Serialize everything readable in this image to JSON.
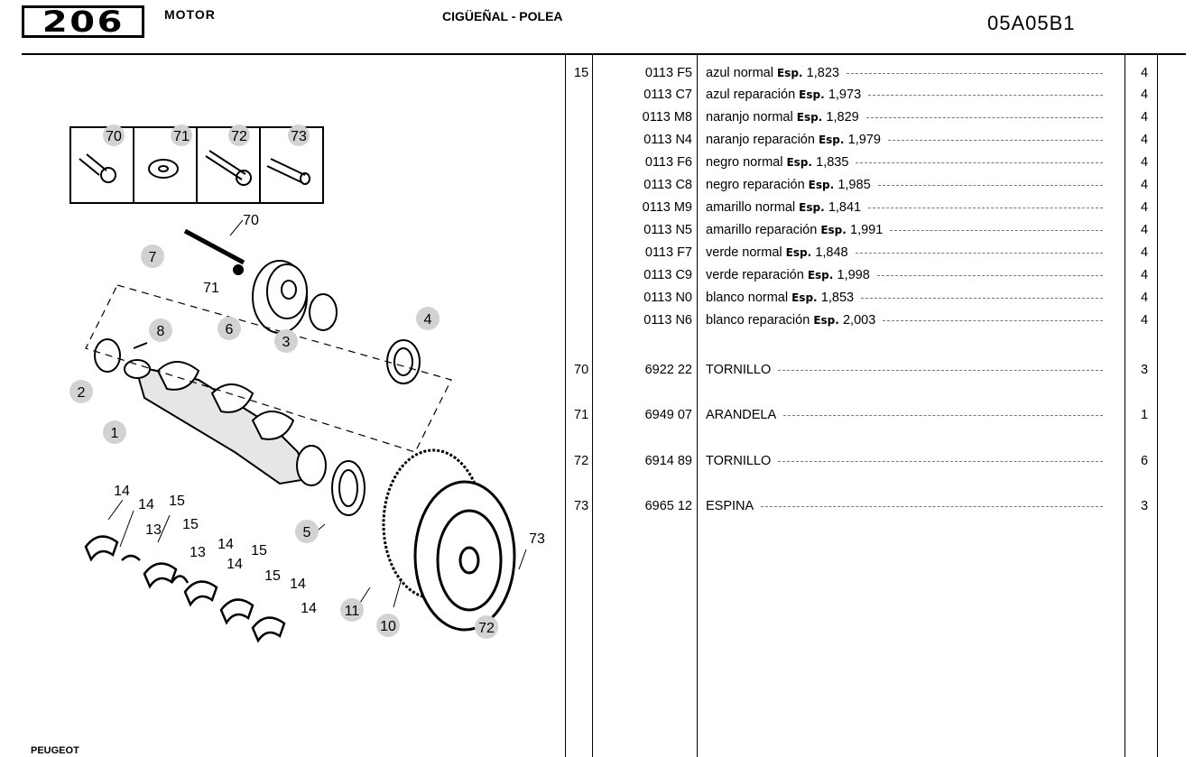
{
  "header": {
    "model": "206",
    "section": "MOTOR",
    "subsection": "CIGÜEÑAL - POLEA",
    "plate_code": "05A05B1"
  },
  "footer": {
    "brand": "PEUGEOT"
  },
  "table": {
    "partial_top_text": "...",
    "rows": [
      {
        "item": "15",
        "ref": "0113 F5",
        "desc": "azul normal",
        "esp_label": "Esp.",
        "esp": "1,823",
        "qty": "4"
      },
      {
        "item": "",
        "ref": "0113 C7",
        "desc": "azul reparación",
        "esp_label": "Esp.",
        "esp": "1,973",
        "qty": "4"
      },
      {
        "item": "",
        "ref": "0113 M8",
        "desc": "naranjo normal",
        "esp_label": "Esp.",
        "esp": "1,829",
        "qty": "4"
      },
      {
        "item": "",
        "ref": "0113 N4",
        "desc": "naranjo reparación",
        "esp_label": "Esp.",
        "esp": "1,979",
        "qty": "4"
      },
      {
        "item": "",
        "ref": "0113 F6",
        "desc": "negro normal",
        "esp_label": "Esp.",
        "esp": "1,835",
        "qty": "4"
      },
      {
        "item": "",
        "ref": "0113 C8",
        "desc": "negro reparación",
        "esp_label": "Esp.",
        "esp": "1,985",
        "qty": "4"
      },
      {
        "item": "",
        "ref": "0113 M9",
        "desc": "amarillo normal",
        "esp_label": "Esp.",
        "esp": "1,841",
        "qty": "4"
      },
      {
        "item": "",
        "ref": "0113 N5",
        "desc": "amarillo reparación",
        "esp_label": "Esp.",
        "esp": "1,991",
        "qty": "4"
      },
      {
        "item": "",
        "ref": "0113 F7",
        "desc": "verde normal",
        "esp_label": "Esp.",
        "esp": "1,848",
        "qty": "4"
      },
      {
        "item": "",
        "ref": "0113 C9",
        "desc": "verde reparación",
        "esp_label": "Esp.",
        "esp": "1,998",
        "qty": "4"
      },
      {
        "item": "",
        "ref": "0113 N0",
        "desc": "blanco normal",
        "esp_label": "Esp.",
        "esp": "1,853",
        "qty": "4"
      },
      {
        "item": "",
        "ref": "0113 N6",
        "desc": "blanco reparación",
        "esp_label": "Esp.",
        "esp": "2,003",
        "qty": "4"
      },
      {
        "item": "70",
        "ref": "6922 22",
        "desc": "TORNILLO",
        "esp_label": "",
        "esp": "",
        "qty": "3"
      },
      {
        "item": "71",
        "ref": "6949 07",
        "desc": "ARANDELA",
        "esp_label": "",
        "esp": "",
        "qty": "1"
      },
      {
        "item": "72",
        "ref": "6914 89",
        "desc": "TORNILLO",
        "esp_label": "",
        "esp": "",
        "qty": "6"
      },
      {
        "item": "73",
        "ref": "6965 12",
        "desc": "ESPINA",
        "esp_label": "",
        "esp": "",
        "qty": "3"
      }
    ]
  },
  "diagram": {
    "inset_labels": [
      "70",
      "71",
      "72",
      "73"
    ],
    "callouts": [
      "70",
      "7",
      "71",
      "8",
      "6",
      "3",
      "4",
      "2",
      "1",
      "5",
      "14",
      "14",
      "15",
      "13",
      "15",
      "13",
      "14",
      "14",
      "15",
      "15",
      "14",
      "14",
      "11",
      "10",
      "72",
      "73"
    ]
  },
  "colors": {
    "callout_fill": "#d2d2d2",
    "line": "#000000"
  }
}
